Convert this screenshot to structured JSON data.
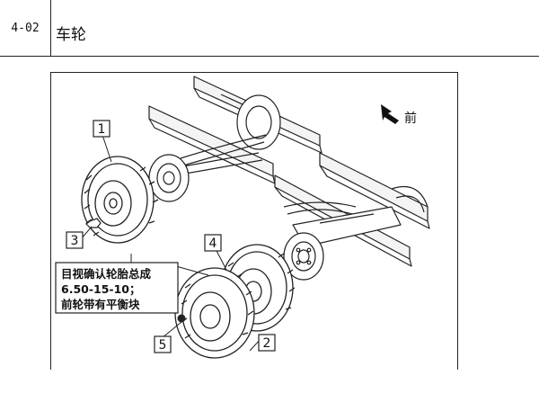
{
  "header": {
    "code": "4-02",
    "title": "车轮"
  },
  "figure": {
    "direction_label": "前",
    "callouts": [
      "1",
      "2",
      "3",
      "4",
      "5"
    ],
    "note_lines": [
      "目视确认轮胎总成",
      "6.50-15-10；",
      "前轮带有平衡块"
    ]
  }
}
